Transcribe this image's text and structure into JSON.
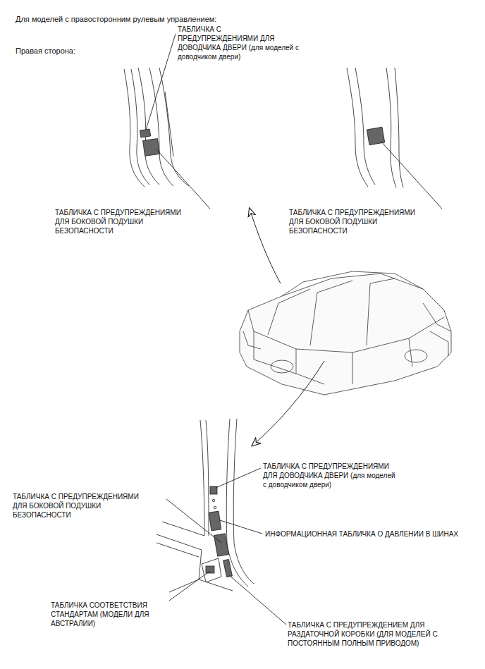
{
  "diagram": {
    "title": "Для моделей с правосторонним рулевым управлением:",
    "labels": [
      "Правая сторона:",
      "ТАБЛИЧКА С ПРЕДУПРЕЖДЕНИЯМИ ДЛЯ ДОВОДЧИКА ДВЕРИ (для моделей с доводчиком двери)",
      "ТАБЛИЧКА С ПРЕДУПРЕЖДЕНИЯМИ ДЛЯ БОКОВОЙ ПОДУШКИ БЕЗОПАСНОСТИ",
      "ТАБЛИЧКА С ПРЕДУПРЕЖДЕНИЯМИ ДЛЯ БОКОВОЙ ПОДУШКИ БЕЗОПАСНОСТИ",
      "ТАБЛИЧКА С ПРЕДУПРЕЖДЕНИЯМИ ДЛЯ ДОВОДЧИКА ДВЕРИ (для моделей с доводчиком двери)",
      "ТАБЛИЧКА С ПРЕДУПРЕЖДЕНИЯМИ ДЛЯ БОКОВОЙ ПОДУШКИ БЕЗОПАСНОСТИ",
      "ИНФОРМАЦИОННАЯ ТАБЛИЧКА О ДАВЛЕНИИ В ШИНАХ",
      "ТАБЛИЧКА СООТВЕТСТВИЯ СТАНДАРТАМ (МОДЕЛИ ДЛЯ АВСТРАЛИИ)",
      "ТАБЛИЧКА С ПРЕДУПРЕЖДЕНИЕМ ДЛЯ РАЗДАТОЧНОЙ КОРОБКИ (ДЛЯ МОДЕЛЕЙ С ПОСТОЯННЫМ ПОЛНЫМ ПРИВОДОМ)"
    ]
  }
}
